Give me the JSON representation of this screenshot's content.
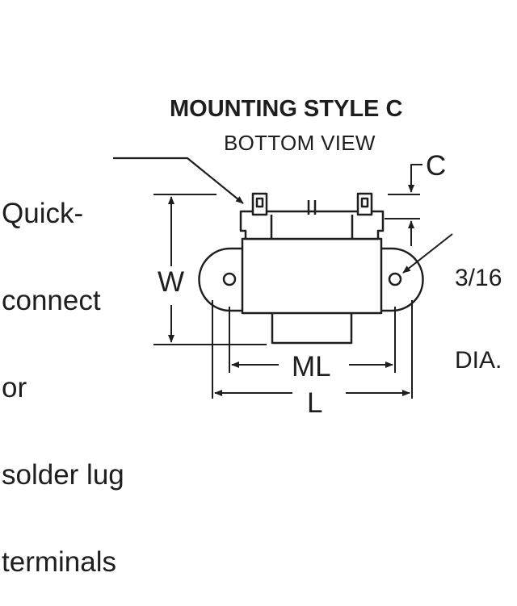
{
  "title": "MOUNTING STYLE C",
  "subtitle": "BOTTOM VIEW",
  "callout": {
    "lines": [
      "Quick-",
      "connect",
      "or",
      "solder lug",
      "terminals"
    ]
  },
  "dimensions": {
    "w": "W",
    "ml": "ML",
    "l": "L",
    "c": "C",
    "hole_dia": [
      "3/16",
      "DIA."
    ]
  },
  "colors": {
    "line": "#1e1e1e",
    "background": "#ffffff"
  }
}
